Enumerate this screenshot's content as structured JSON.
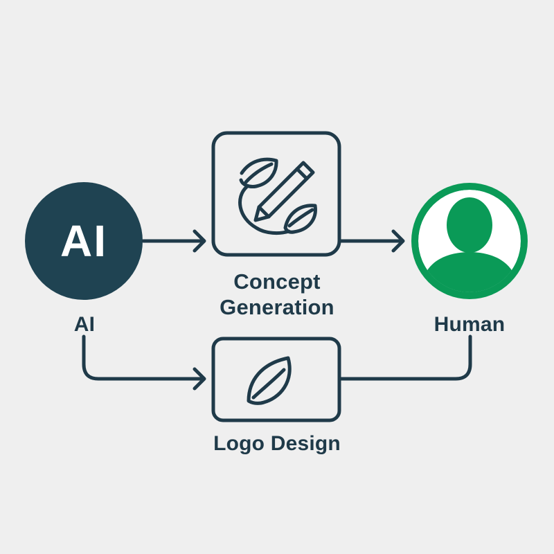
{
  "nodes": {
    "ai": {
      "badge_text": "AI",
      "label": "AI"
    },
    "concept_generation": {
      "label_line1": "Concept",
      "label_line2": "Generation",
      "icon": "pencil-leaf-icon"
    },
    "logo_design": {
      "label": "Logo Design",
      "icon": "leaf-icon"
    },
    "human": {
      "label": "Human",
      "icon": "user-avatar-icon"
    }
  },
  "colors": {
    "background": "#efefef",
    "primary_dark": "#1f3a49",
    "ai_fill": "#1f4352",
    "human_fill": "#0a9a57"
  }
}
